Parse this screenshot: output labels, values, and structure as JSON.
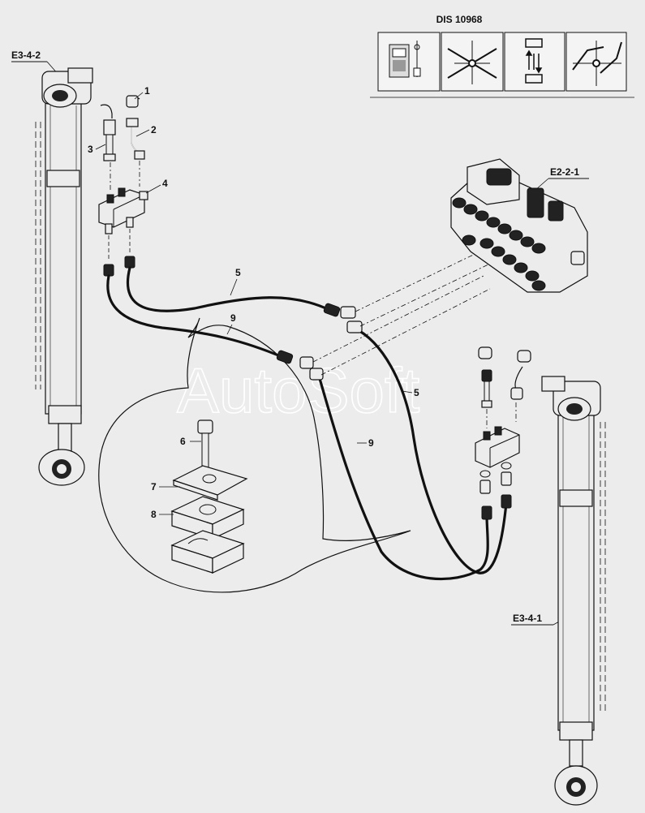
{
  "header": {
    "dis_code": "DIS 10968"
  },
  "icon_strip": [
    {
      "icon": "operator-panel-icon"
    },
    {
      "icon": "crossed-tools-icon"
    },
    {
      "icon": "vertical-arrows-icon"
    },
    {
      "icon": "boom-arm-icon"
    }
  ],
  "refs": {
    "cylinder_left": "E3-4-2",
    "cylinder_right": "E3-4-1",
    "valve_block": "E2-2-1"
  },
  "callouts": {
    "c1": "1",
    "c2": "2",
    "c3": "3",
    "c4": "4",
    "c5_top": "5",
    "c5_right": "5",
    "c6": "6",
    "c7": "7",
    "c8": "8",
    "c9_top": "9",
    "c9_right": "9"
  },
  "watermark": "AutoSoft"
}
